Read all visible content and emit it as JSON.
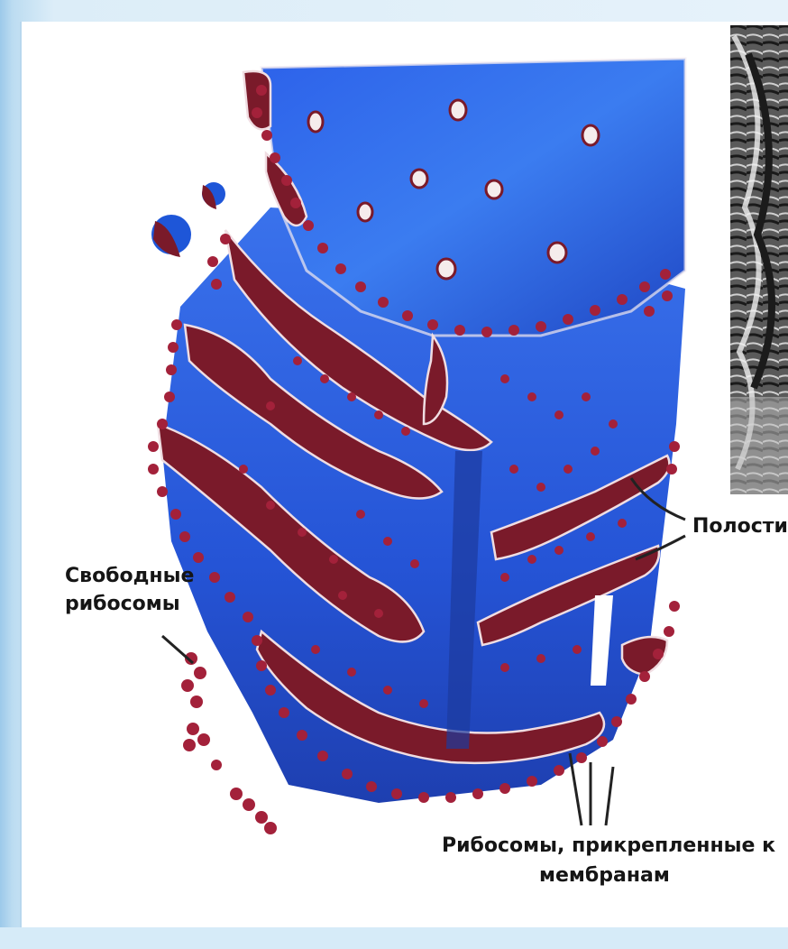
{
  "labels": {
    "free_ribosomes_line1": "Свободные",
    "free_ribosomes_line2": "рибосомы",
    "cavities": "Полости",
    "attached_line1": "Рибосомы, прикрепленные к",
    "attached_line2": "мембранам"
  },
  "colors": {
    "membrane_blue": "#2e5fe0",
    "deep_blue": "#1a3bb5",
    "ribosome_red": "#a3213a",
    "cisterna_maroon": "#7a1a2a",
    "leader_line": "#222222"
  }
}
